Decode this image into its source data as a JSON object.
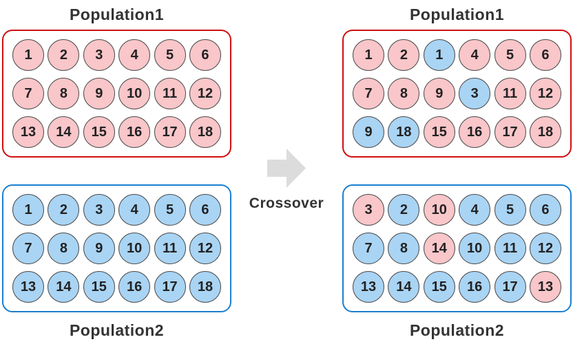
{
  "labels": {
    "crossover": "Crossover"
  },
  "colors": {
    "pink": "#f9c6c9",
    "blue": "#a9d4f4",
    "pop1_border": "#d10e0e",
    "pop2_border": "#1b7fd0",
    "circle_border": "#4d4d4d",
    "number_text": "#222222",
    "title_text": "#333333",
    "arrow": "#dcdcdc"
  },
  "panels": [
    {
      "id": "population1-before",
      "title": "Population1",
      "cells": [
        {
          "value": "1",
          "color": "pink"
        },
        {
          "value": "2",
          "color": "pink"
        },
        {
          "value": "3",
          "color": "pink"
        },
        {
          "value": "4",
          "color": "pink"
        },
        {
          "value": "5",
          "color": "pink"
        },
        {
          "value": "6",
          "color": "pink"
        },
        {
          "value": "7",
          "color": "pink"
        },
        {
          "value": "8",
          "color": "pink"
        },
        {
          "value": "9",
          "color": "pink"
        },
        {
          "value": "10",
          "color": "pink"
        },
        {
          "value": "11",
          "color": "pink"
        },
        {
          "value": "12",
          "color": "pink"
        },
        {
          "value": "13",
          "color": "pink"
        },
        {
          "value": "14",
          "color": "pink"
        },
        {
          "value": "15",
          "color": "pink"
        },
        {
          "value": "16",
          "color": "pink"
        },
        {
          "value": "17",
          "color": "pink"
        },
        {
          "value": "18",
          "color": "pink"
        }
      ]
    },
    {
      "id": "population2-before",
      "title": "Population2",
      "cells": [
        {
          "value": "1",
          "color": "blue"
        },
        {
          "value": "2",
          "color": "blue"
        },
        {
          "value": "3",
          "color": "blue"
        },
        {
          "value": "4",
          "color": "blue"
        },
        {
          "value": "5",
          "color": "blue"
        },
        {
          "value": "6",
          "color": "blue"
        },
        {
          "value": "7",
          "color": "blue"
        },
        {
          "value": "8",
          "color": "blue"
        },
        {
          "value": "9",
          "color": "blue"
        },
        {
          "value": "10",
          "color": "blue"
        },
        {
          "value": "11",
          "color": "blue"
        },
        {
          "value": "12",
          "color": "blue"
        },
        {
          "value": "13",
          "color": "blue"
        },
        {
          "value": "14",
          "color": "blue"
        },
        {
          "value": "15",
          "color": "blue"
        },
        {
          "value": "16",
          "color": "blue"
        },
        {
          "value": "17",
          "color": "blue"
        },
        {
          "value": "18",
          "color": "blue"
        }
      ]
    },
    {
      "id": "population1-after",
      "title": "Population1",
      "cells": [
        {
          "value": "1",
          "color": "pink"
        },
        {
          "value": "2",
          "color": "pink"
        },
        {
          "value": "1",
          "color": "blue"
        },
        {
          "value": "4",
          "color": "pink"
        },
        {
          "value": "5",
          "color": "pink"
        },
        {
          "value": "6",
          "color": "pink"
        },
        {
          "value": "7",
          "color": "pink"
        },
        {
          "value": "8",
          "color": "pink"
        },
        {
          "value": "9",
          "color": "pink"
        },
        {
          "value": "3",
          "color": "blue"
        },
        {
          "value": "11",
          "color": "pink"
        },
        {
          "value": "12",
          "color": "pink"
        },
        {
          "value": "9",
          "color": "blue"
        },
        {
          "value": "18",
          "color": "blue"
        },
        {
          "value": "15",
          "color": "pink"
        },
        {
          "value": "16",
          "color": "pink"
        },
        {
          "value": "17",
          "color": "pink"
        },
        {
          "value": "18",
          "color": "pink"
        }
      ]
    },
    {
      "id": "population2-after",
      "title": "Population2",
      "cells": [
        {
          "value": "3",
          "color": "pink"
        },
        {
          "value": "2",
          "color": "blue"
        },
        {
          "value": "10",
          "color": "pink"
        },
        {
          "value": "4",
          "color": "blue"
        },
        {
          "value": "5",
          "color": "blue"
        },
        {
          "value": "6",
          "color": "blue"
        },
        {
          "value": "7",
          "color": "blue"
        },
        {
          "value": "8",
          "color": "blue"
        },
        {
          "value": "14",
          "color": "pink"
        },
        {
          "value": "10",
          "color": "blue"
        },
        {
          "value": "11",
          "color": "blue"
        },
        {
          "value": "12",
          "color": "blue"
        },
        {
          "value": "13",
          "color": "blue"
        },
        {
          "value": "14",
          "color": "blue"
        },
        {
          "value": "15",
          "color": "blue"
        },
        {
          "value": "16",
          "color": "blue"
        },
        {
          "value": "17",
          "color": "blue"
        },
        {
          "value": "13",
          "color": "pink"
        }
      ]
    }
  ]
}
